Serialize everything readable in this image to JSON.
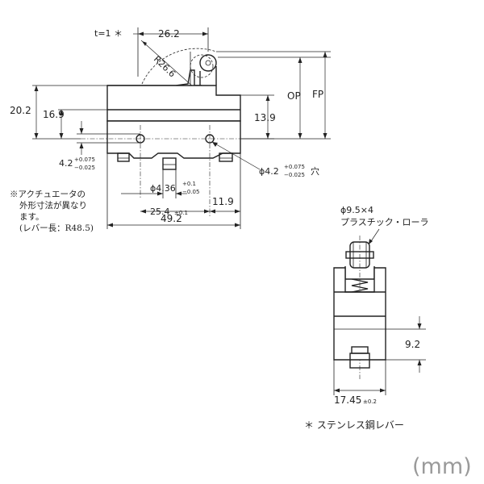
{
  "dimensions": {
    "t1": "t=1 ＊",
    "d26_2": "26.2",
    "r26_6": "R26.6",
    "op": "OP",
    "fp": "FP",
    "d20_2": "20.2",
    "d16_9": "16.9",
    "d13_9": "13.9",
    "d4_2": "4.2",
    "d4_2_tol_top": "+0.075",
    "d4_2_tol_bot": "−0.025",
    "hole": "ϕ4.2",
    "hole_tol_top": "+0.075",
    "hole_tol_bot": "−0.025",
    "hole_suffix": "穴",
    "d4_36": "ϕ4.36",
    "d4_36_tol_top": "+0.1",
    "d4_36_tol_bot": "−0.05",
    "d25_4": "25.4",
    "d25_4_tol": "±0.1",
    "d11_9": "11.9",
    "d49_2": "49.2",
    "d9_2": "9.2",
    "d17_45": "17.45",
    "d17_45_tol": "±0.2"
  },
  "roller_label": {
    "line1": "ϕ9.5×4",
    "line2": "プラスチック・ローラ"
  },
  "actuator_note": {
    "line1": "※アクチュエータの",
    "line2": "外形寸法が異なり",
    "line3": "ます。",
    "line4": "(レバー長：R48.5)"
  },
  "lever_note": "＊ ステンレス鋼レバー",
  "unit_label": "(mm)"
}
